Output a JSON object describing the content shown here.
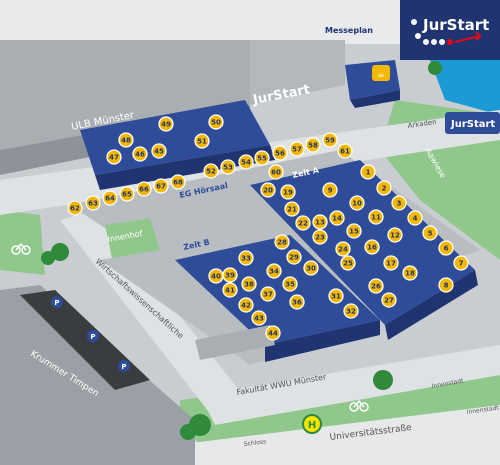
{
  "header": {
    "title": "Messeplan",
    "logo_text": "JurStart",
    "logo_text_corner": "JurStart"
  },
  "colors": {
    "navy": "#2f4c99",
    "stand_fill": "#f5b800",
    "stand_stroke": "#ffffff",
    "building_gray": "#a9aeb3",
    "green": "#8fc88a",
    "water": "#1b9ad6"
  },
  "labels": {
    "ulb": "ULB Münster",
    "jurstart_sign": "JurStart",
    "arkaden": "Arkaden",
    "aawiese": "Aawiese",
    "innenhof": "Innenhof",
    "eg_hoersaal": "EG Hörsaal",
    "zelt_a": "Zelt A",
    "zelt_b": "Zelt B",
    "wirtschaft": "Wirtschaftswissenschaftliche",
    "fakultaet": "Fakultät WWU Münster",
    "krummer": "Krummer Timpen",
    "universitaet": "Universitätsstraße",
    "innenstadt_1": "Innenstadt",
    "innenstadt_2": "Innenstadt",
    "schloss": "Schloss",
    "bus": "H",
    "parking": "P"
  },
  "stands": [
    {
      "n": "1"
    },
    {
      "n": "2"
    },
    {
      "n": "3"
    },
    {
      "n": "4"
    },
    {
      "n": "5"
    },
    {
      "n": "6"
    },
    {
      "n": "7"
    },
    {
      "n": "8"
    },
    {
      "n": "9"
    },
    {
      "n": "10"
    },
    {
      "n": "11"
    },
    {
      "n": "12"
    },
    {
      "n": "13"
    },
    {
      "n": "14"
    },
    {
      "n": "15"
    },
    {
      "n": "16"
    },
    {
      "n": "17"
    },
    {
      "n": "18"
    },
    {
      "n": "19"
    },
    {
      "n": "20"
    },
    {
      "n": "21"
    },
    {
      "n": "22"
    },
    {
      "n": "23"
    },
    {
      "n": "24"
    },
    {
      "n": "25"
    },
    {
      "n": "26"
    },
    {
      "n": "27"
    },
    {
      "n": "28"
    },
    {
      "n": "29"
    },
    {
      "n": "30"
    },
    {
      "n": "31"
    },
    {
      "n": "32"
    },
    {
      "n": "33"
    },
    {
      "n": "34"
    },
    {
      "n": "35"
    },
    {
      "n": "36"
    },
    {
      "n": "37"
    },
    {
      "n": "38"
    },
    {
      "n": "39"
    },
    {
      "n": "40"
    },
    {
      "n": "41"
    },
    {
      "n": "42"
    },
    {
      "n": "43"
    },
    {
      "n": "44"
    },
    {
      "n": "45"
    },
    {
      "n": "46"
    },
    {
      "n": "47"
    },
    {
      "n": "48"
    },
    {
      "n": "49"
    },
    {
      "n": "50"
    },
    {
      "n": "51"
    },
    {
      "n": "52"
    },
    {
      "n": "53"
    },
    {
      "n": "54"
    },
    {
      "n": "55"
    },
    {
      "n": "56"
    },
    {
      "n": "57"
    },
    {
      "n": "58"
    },
    {
      "n": "59"
    },
    {
      "n": "60"
    },
    {
      "n": "61"
    },
    {
      "n": "62"
    },
    {
      "n": "63"
    },
    {
      "n": "64"
    },
    {
      "n": "65"
    },
    {
      "n": "66"
    },
    {
      "n": "67"
    },
    {
      "n": "68"
    }
  ]
}
